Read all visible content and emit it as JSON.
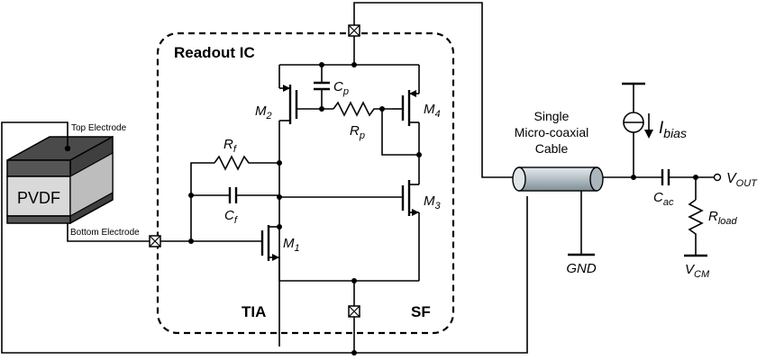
{
  "diagram": {
    "readout_title": "Readout IC",
    "tia_label": "TIA",
    "sf_label": "SF",
    "pvdf": {
      "label": "PVDF",
      "top_electrode": "Top Electrode",
      "bottom_electrode": "Bottom Electrode"
    },
    "cable": {
      "line1": "Single",
      "line2": "Micro-coaxial",
      "line3": "Cable"
    },
    "components": {
      "m1": {
        "main": "M",
        "sub": "1"
      },
      "m2": {
        "main": "M",
        "sub": "2"
      },
      "m3": {
        "main": "M",
        "sub": "3"
      },
      "m4": {
        "main": "M",
        "sub": "4"
      },
      "cp": {
        "main": "C",
        "sub": "p"
      },
      "rp": {
        "main": "R",
        "sub": "p"
      },
      "rf": {
        "main": "R",
        "sub": "f"
      },
      "cf": {
        "main": "C",
        "sub": "f"
      },
      "cac": {
        "main": "C",
        "sub": "ac"
      },
      "rload": {
        "main": "R",
        "sub": "load"
      },
      "ibias": {
        "main": "I",
        "sub": "bias"
      },
      "vout": {
        "main": "V",
        "sub": "OUT"
      },
      "vcm": {
        "main": "V",
        "sub": "CM"
      },
      "gnd": "GND"
    },
    "colors": {
      "pvdf_top": "#5a5a5a",
      "pvdf_band": "#d9d9d9",
      "cable_body": "#c9d3d8"
    }
  }
}
